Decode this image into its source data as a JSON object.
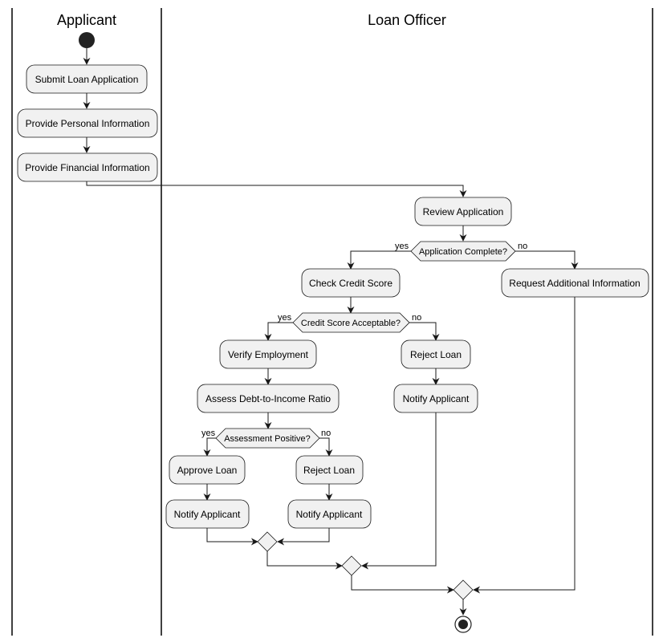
{
  "lanes": {
    "applicant": "Applicant",
    "loan_officer": "Loan Officer"
  },
  "activities": {
    "submit": "Submit Loan Application",
    "personal": "Provide Personal Information",
    "financial": "Provide Financial Information",
    "review": "Review Application",
    "check_credit": "Check Credit Score",
    "request_info": "Request Additional Information",
    "verify_employment": "Verify Employment",
    "reject_loan_1": "Reject Loan",
    "assess_dti": "Assess Debt-to-Income Ratio",
    "notify_1": "Notify Applicant",
    "approve_loan": "Approve Loan",
    "reject_loan_2": "Reject Loan",
    "notify_2": "Notify Applicant",
    "notify_3": "Notify Applicant"
  },
  "decisions": {
    "complete": "Application Complete?",
    "credit_ok": "Credit Score Acceptable?",
    "assess_ok": "Assessment Positive?"
  },
  "branches": {
    "yes": "yes",
    "no": "no"
  },
  "colors": {
    "node_fill": "#f1f1f1",
    "stroke": "#181818"
  }
}
